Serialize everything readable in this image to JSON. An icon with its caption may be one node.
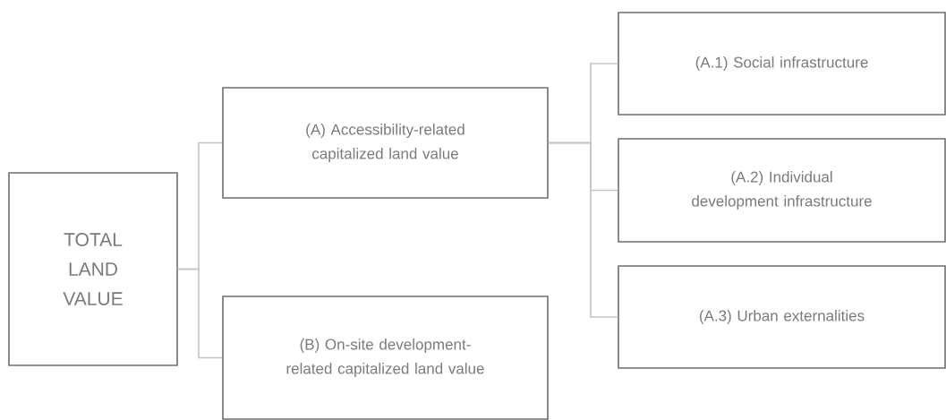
{
  "diagram": {
    "nodes": [
      {
        "text": [
          "TOTAL LAND VALUE"
        ]
      },
      {
        "text": [
          "(A) Accessibility-related capitalized land value"
        ]
      },
      {
        "text": [
          "(B) On-site development-related capitalized land value"
        ]
      },
      {
        "text": [
          "(A.1) Social infrastructure"
        ]
      },
      {
        "text": [
          "(A.2) Individual development infrastructure"
        ]
      },
      {
        "text": [
          "(A.3) Urban externalities"
        ]
      }
    ],
    "edges": [
      {
        "from": 0,
        "to": 1,
        "arrow": "none"
      },
      {
        "from": 0,
        "to": 2,
        "arrow": "none"
      },
      {
        "from": 1,
        "to": 3,
        "arrow": "none"
      },
      {
        "from": 1,
        "to": 4,
        "arrow": "none"
      },
      {
        "from": 1,
        "to": 5,
        "arrow": "none"
      }
    ]
  }
}
